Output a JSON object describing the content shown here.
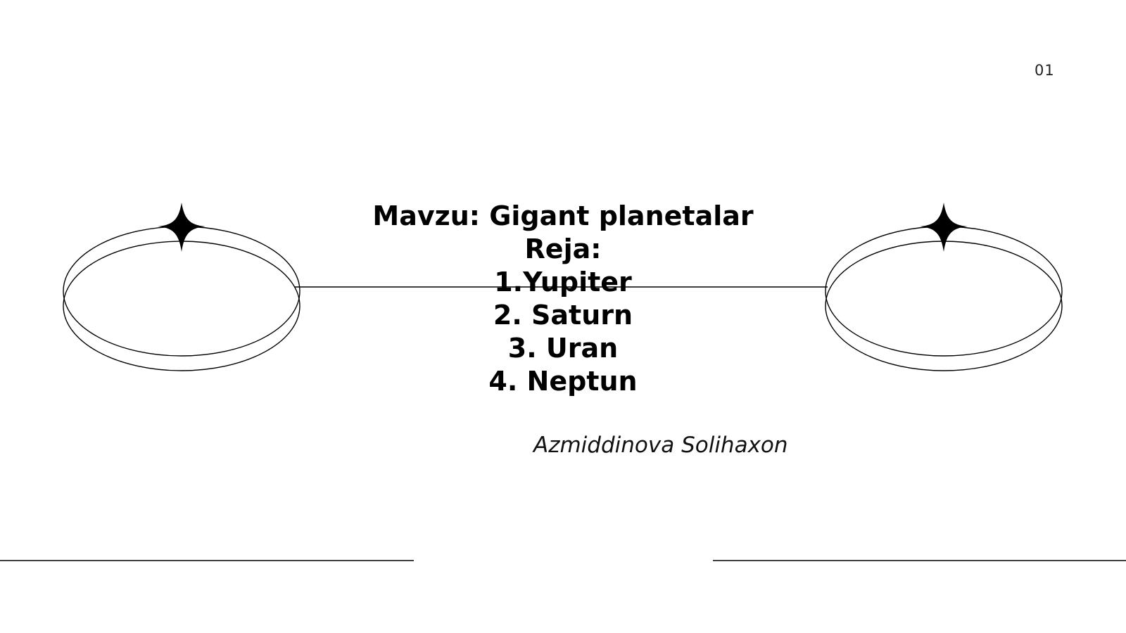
{
  "slide": {
    "number": "01",
    "title": "Mavzu: Gigant planetalar",
    "plan_heading": "Reja:",
    "plan_items": [
      "1.Yupiter",
      "2. Saturn",
      "3. Uran",
      "4. Neptun"
    ],
    "author": "Azmiddinova Solihaxon"
  },
  "colors": {
    "background": "#ffffff",
    "ink": "#000000"
  },
  "icons": {
    "left": [
      "four-point-star-icon",
      "orbit-ring-icon"
    ],
    "right": [
      "four-point-star-icon",
      "orbit-ring-icon"
    ]
  }
}
